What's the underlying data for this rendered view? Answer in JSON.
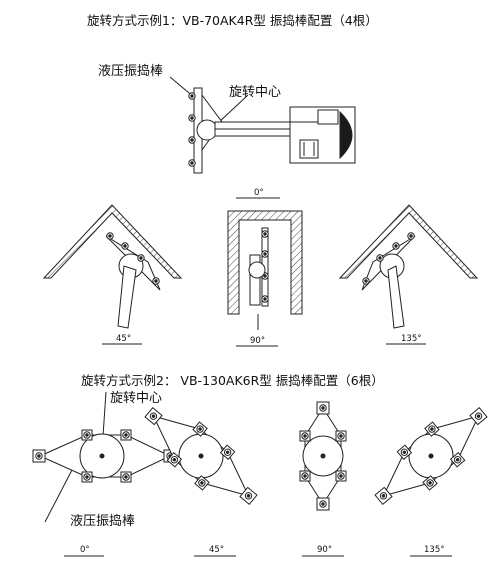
{
  "section1": {
    "title": "旋转方式示例1：VB-70AK4R型 振捣棒配置（4根）",
    "label_vibrator": "液压振捣棒",
    "label_center": "旋转中心",
    "angles": [
      "0°",
      "45°",
      "90°",
      "135°"
    ]
  },
  "section2": {
    "title": "旋转方式示例2： VB-130AK6R型 振捣棒配置（6根）",
    "label_center": "旋转中心",
    "label_vibrator": "液压振捣棒",
    "angles": [
      "0°",
      "45°",
      "90°",
      "135°"
    ]
  },
  "colors": {
    "line": "#222222",
    "fill_gray": "#dddddd",
    "fill_dark": "#1a1a1a"
  }
}
